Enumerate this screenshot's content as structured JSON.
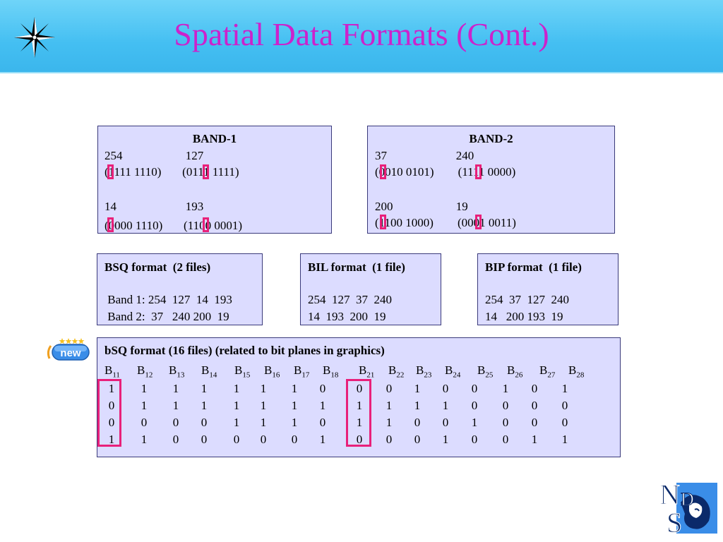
{
  "slide": {
    "title": "Spatial Data Formats (Cont.)"
  },
  "band1": {
    "title": "BAND-1",
    "line1": "254                     127",
    "line2": "(1111 1110)       (0111 1111)",
    "line3": "14                       193",
    "line4": "(0000 1110)       (1100 0001)"
  },
  "band2": {
    "title": "BAND-2",
    "line1": "37                       240",
    "line2": "(0010 0101)        (1111 0000)",
    "line3": "200                     19",
    "line4": "(1100 1000)        (0001 0011)"
  },
  "bsq": {
    "heading": "BSQ format  (2 files)",
    "line1": " Band 1: 254  127  14  193",
    "line2": " Band 2:  37   240 200  19"
  },
  "bil": {
    "heading": "BIL format  (1 file)",
    "line1": "254  127  37  240",
    "line2": "14  193  200  19"
  },
  "bip": {
    "heading": "BIP format  (1 file)",
    "line1": "254  37  127  240",
    "line2": "14   200 193  19"
  },
  "bitplane": {
    "heading": "bSQ format (16 files) (related to bit planes in graphics)",
    "band_labels": [
      {
        "base": "B",
        "sub": "11"
      },
      {
        "base": "B",
        "sub": "12"
      },
      {
        "base": "B",
        "sub": "13"
      },
      {
        "base": "B",
        "sub": "14"
      },
      {
        "base": "B",
        "sub": "15"
      },
      {
        "base": "B",
        "sub": "16"
      },
      {
        "base": "B",
        "sub": "17"
      },
      {
        "base": "B",
        "sub": "18"
      },
      {
        "base": "B",
        "sub": "21"
      },
      {
        "base": "B",
        "sub": "22"
      },
      {
        "base": "B",
        "sub": "23"
      },
      {
        "base": "B",
        "sub": "24"
      },
      {
        "base": "B",
        "sub": "25"
      },
      {
        "base": "B",
        "sub": "26"
      },
      {
        "base": "B",
        "sub": "27"
      },
      {
        "base": "B",
        "sub": "28"
      }
    ],
    "rows": [
      [
        "1",
        "1",
        "1",
        "1",
        "1",
        "1",
        "1",
        "0",
        "0",
        "0",
        "1",
        "0",
        "0",
        "1",
        "0",
        "1"
      ],
      [
        "0",
        "1",
        "1",
        "1",
        "1",
        "1",
        "1",
        "1",
        "1",
        "1",
        "1",
        "1",
        "0",
        "0",
        "0",
        "0"
      ],
      [
        "0",
        "0",
        "0",
        "0",
        "1",
        "1",
        "1",
        "0",
        "1",
        "1",
        "0",
        "0",
        "1",
        "0",
        "0",
        "0"
      ],
      [
        "1",
        "1",
        "0",
        "0",
        "0",
        "0",
        "0",
        "1",
        "0",
        "0",
        "0",
        "1",
        "0",
        "0",
        "1",
        "1"
      ]
    ]
  },
  "badge": {
    "text": "new"
  },
  "logo": {
    "text": "NDS"
  },
  "colors": {
    "title": "#cc22cc",
    "highlight": "#e8207a",
    "box_fill": "#dcdcff",
    "header": "#44bff2"
  }
}
